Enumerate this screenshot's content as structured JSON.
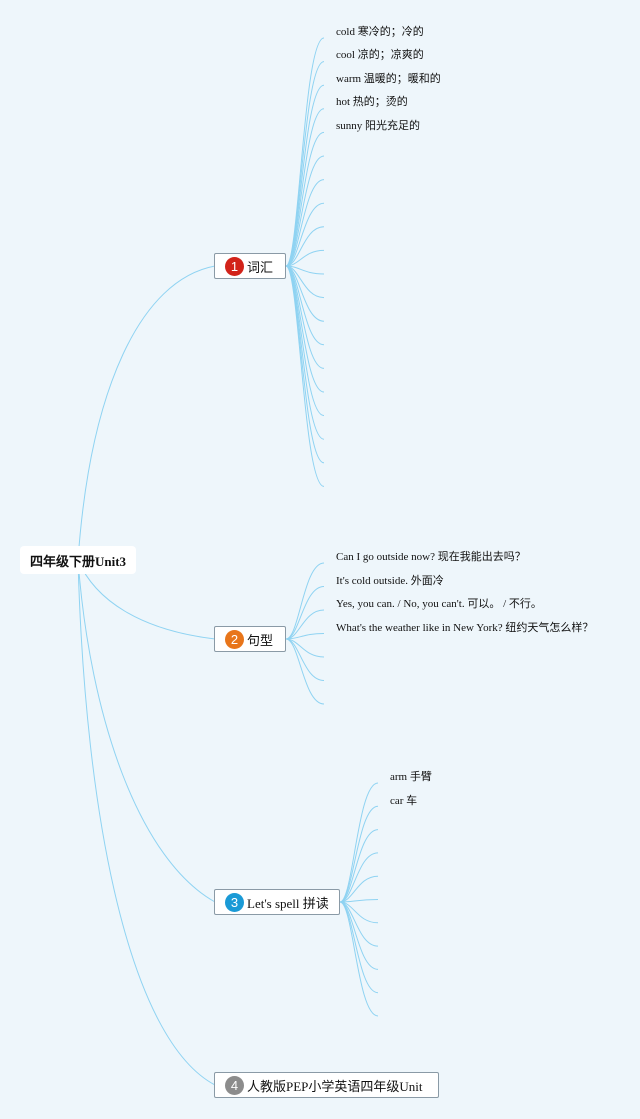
{
  "root": {
    "label": "四年级下册Unit3"
  },
  "branches": [
    {
      "number": "1",
      "label": "词汇",
      "badge_color": "#d2231a",
      "items": [
        "cold 寒冷的；冷的",
        "cool 凉的；凉爽的",
        "warm 温暖的；暖和的",
        "hot 热的；烫的",
        "sunny 阳光充足的"
      ]
    },
    {
      "number": "2",
      "label": "句型",
      "badge_color": "#e8751a",
      "items": [
        "Can I go outside now? 现在我能出去吗？",
        "It's cold outside. 外面冷",
        "Yes, you can. / No, you can't. 可以。 / 不行。",
        "What's the weather like in New York? 纽约天气怎么样？"
      ]
    },
    {
      "number": "3",
      "label": "Let's spell 拼读",
      "badge_color": "#1a9ad6",
      "items": [
        "arm 手臂",
        "car 车"
      ]
    },
    {
      "number": "4",
      "label": "人教版PEP小学英语四年级Unit",
      "badge_color": "#8c8c8c",
      "items": []
    }
  ],
  "colors": {
    "link": "#8fd3f2",
    "background": "#eef6fb"
  }
}
